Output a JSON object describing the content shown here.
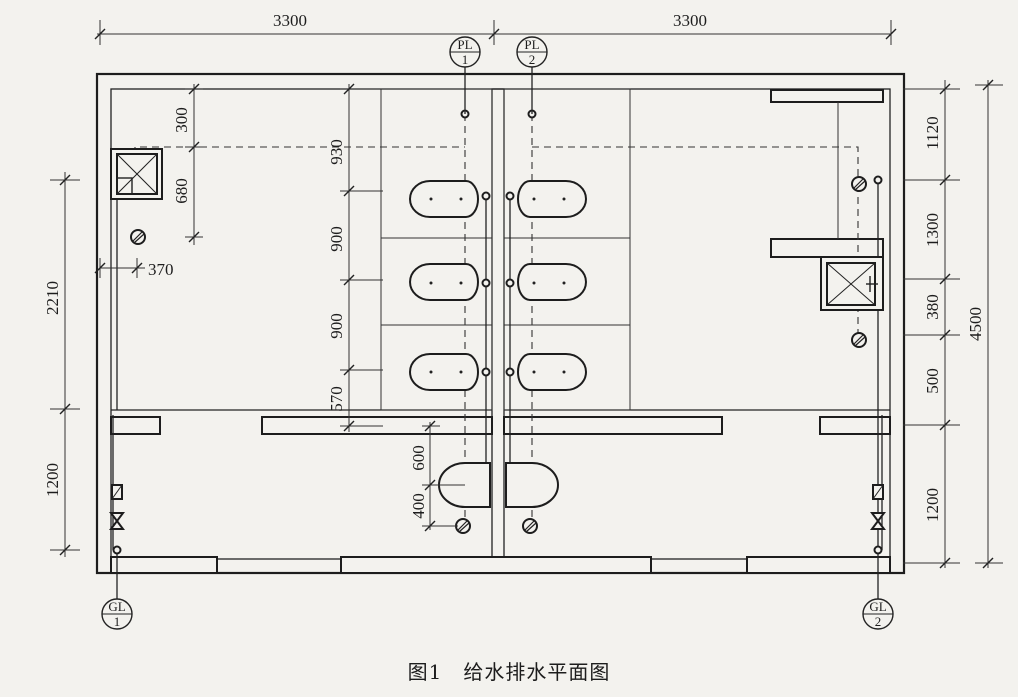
{
  "caption": "图1　给水排水平面图",
  "dimensions": {
    "top_left": "3300",
    "top_right": "3300",
    "left_outer": "2210",
    "left_outer_bottom": "1200",
    "left_inner_300": "300",
    "left_inner_680": "680",
    "left_370": "370",
    "stall_930": "930",
    "stall_900a": "900",
    "stall_900b": "900",
    "stall_570": "570",
    "basin_600": "600",
    "basin_400": "400",
    "right_1120": "1120",
    "right_1300": "1300",
    "right_380": "380",
    "right_500": "500",
    "right_1200": "1200",
    "right_total": "4500"
  },
  "tags": {
    "pl1": {
      "top": "PL",
      "bottom": "1"
    },
    "pl2": {
      "top": "PL",
      "bottom": "2"
    },
    "gl1": {
      "top": "GL",
      "bottom": "1"
    },
    "gl2": {
      "top": "GL",
      "bottom": "2"
    }
  }
}
